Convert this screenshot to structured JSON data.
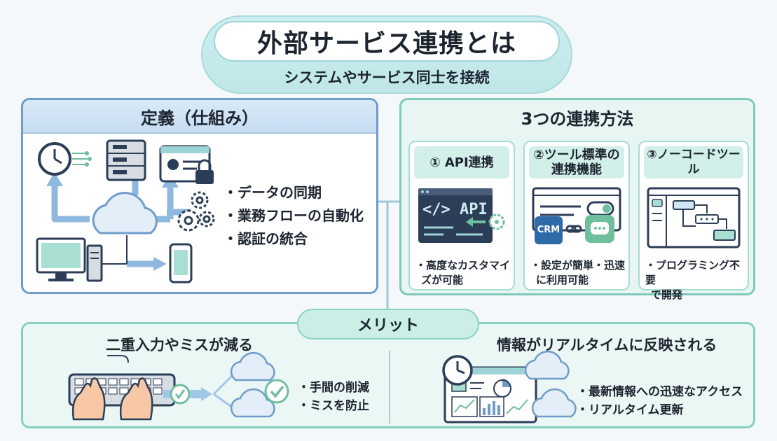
{
  "title": "外部サービス連携とは",
  "subtitle": "システムやサービス同士を接続",
  "definition": {
    "header": "定義（仕組み）",
    "bullets": [
      "・データの同期",
      "・業務フローの自動化",
      "・認証の統合"
    ],
    "icons": [
      "clock-icon",
      "server-icon",
      "id-card-lock-icon",
      "cloud-icon",
      "gears-icon",
      "desktop-pc-icon",
      "smartphone-icon"
    ]
  },
  "methods": {
    "header": "3つの連携方法",
    "cards": [
      {
        "title": "① API連携",
        "screen_text": "</> API",
        "desc_lines": [
          "・高度なカスタマイ",
          "ズが可能"
        ]
      },
      {
        "title_lines": [
          "②ツール標準の",
          "連携機能"
        ],
        "crm_label": "CRM",
        "desc_lines": [
          "・設定が簡単・迅速",
          "に利用可能"
        ]
      },
      {
        "title": "③ノーコードツール",
        "desc_lines": [
          "・プログラミング不要",
          "で開発"
        ]
      }
    ]
  },
  "merit": {
    "label": "メリット",
    "left": {
      "heading": "二重入力やミスが減る",
      "bullets": [
        "・手間の削減",
        "・ミスを防止"
      ]
    },
    "right": {
      "heading": "情報がリアルタイムに反映される",
      "bullets": [
        "・最新情報への迅速なアクセス",
        "・リアルタイム更新"
      ]
    }
  },
  "colors": {
    "accent_blue": "#6f9cc9",
    "accent_teal": "#7ec9bc",
    "arrow_blue": "#8fb8de",
    "dark_navy": "#2c3e57"
  }
}
